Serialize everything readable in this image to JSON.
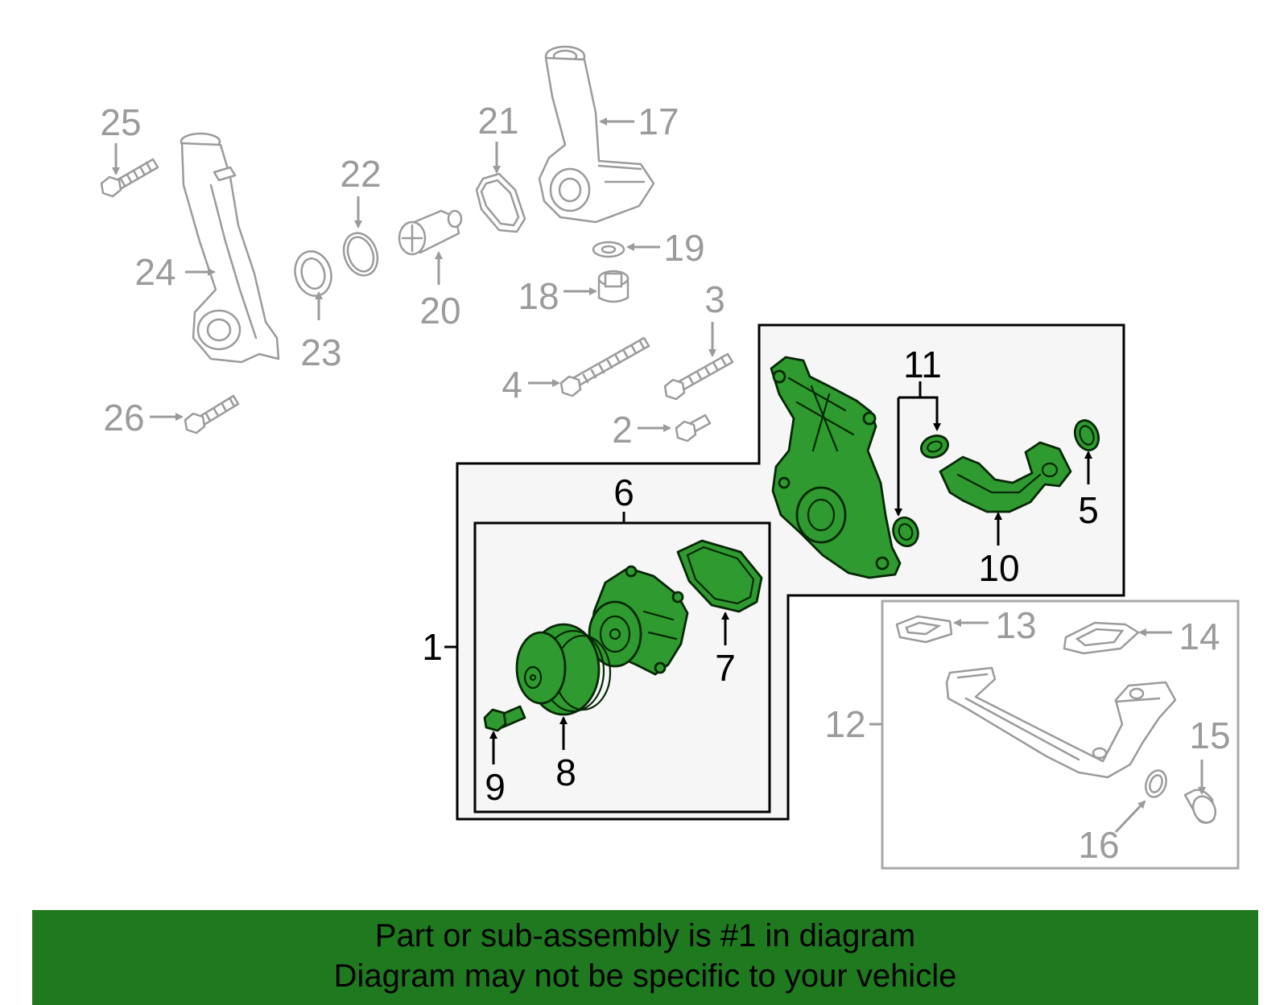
{
  "callouts": {
    "c1": "1",
    "c2": "2",
    "c3": "3",
    "c4": "4",
    "c5": "5",
    "c6": "6",
    "c7": "7",
    "c8": "8",
    "c9": "9",
    "c10": "10",
    "c11": "11",
    "c12": "12",
    "c13": "13",
    "c14": "14",
    "c15": "15",
    "c16": "16",
    "c17": "17",
    "c18": "18",
    "c19": "19",
    "c20": "20",
    "c21": "21",
    "c22": "22",
    "c23": "23",
    "c24": "24",
    "c25": "25",
    "c26": "26"
  },
  "banner": {
    "line1": "Part or sub-assembly is #1 in diagram",
    "line2": "Diagram may not be specific to your vehicle"
  },
  "colors": {
    "highlight_green": "#2f9a2f",
    "banner_green": "#1f7a1f",
    "context_gray": "#9b9b9b"
  }
}
